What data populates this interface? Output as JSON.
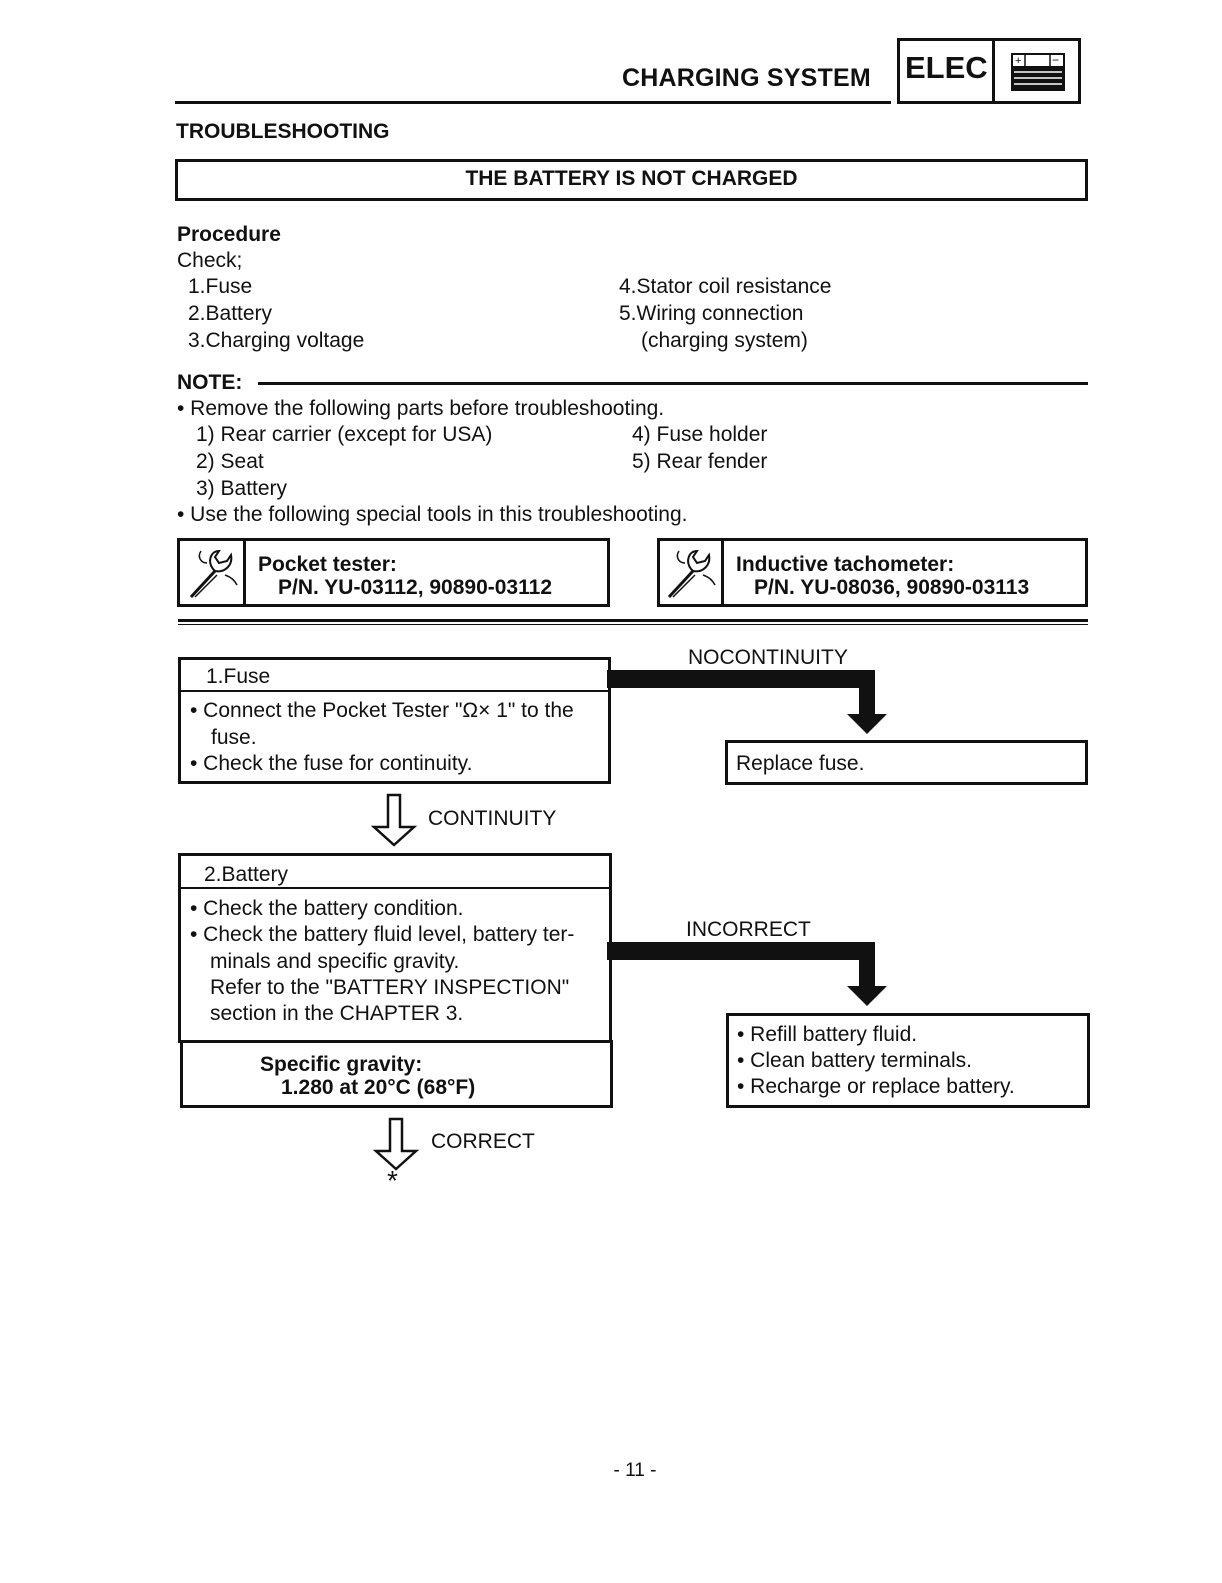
{
  "header": {
    "section_title": "CHARGING SYSTEM",
    "badge": "ELEC",
    "icon": "battery-icon"
  },
  "heading": "TROUBLESHOOTING",
  "title": "THE BATTERY IS NOT CHARGED",
  "procedure": {
    "label": "Procedure",
    "check": "Check;",
    "items_left": [
      "1.Fuse",
      "2.Battery",
      "3.Charging voltage"
    ],
    "items_right": [
      "4.Stator coil resistance",
      "5.Wiring connection",
      "(charging system)"
    ]
  },
  "note": {
    "label": "NOTE:",
    "bullet1": "• Remove the following parts before troubleshooting.",
    "parts_left": [
      "1) Rear carrier (except for USA)",
      "2) Seat",
      "3) Battery"
    ],
    "parts_right": [
      "4) Fuse holder",
      "5) Rear fender"
    ],
    "bullet2": "• Use the following special tools in this troubleshooting."
  },
  "tools": [
    {
      "name": "Pocket tester:",
      "pn": "P/N. YU-03112, 90890-03112"
    },
    {
      "name": "Inductive tachometer:",
      "pn": "P/N. YU-08036, 90890-03113"
    }
  ],
  "flow": {
    "fuse": {
      "title": "1.Fuse",
      "line1": "• Connect the Pocket Tester \"Ω× 1\" to the",
      "line2": "fuse.",
      "line3": "• Check the fuse for continuity.",
      "fail_label": "NOCONTINUITY",
      "fail_action": "Replace fuse.",
      "pass_label": "CONTINUITY"
    },
    "battery": {
      "title": "2.Battery",
      "line1": "• Check the battery condition.",
      "line2": "• Check the battery fluid level, battery ter-",
      "line3": "minals and specific gravity.",
      "line4": "Refer to the \"BATTERY INSPECTION\"",
      "line5": "section in the CHAPTER 3.",
      "spec_label": "Specific gravity:",
      "spec_value": "1.280 at 20°C (68°F)",
      "fail_label": "INCORRECT",
      "fail_actions": [
        "• Refill battery fluid.",
        "• Clean battery terminals.",
        "• Recharge or replace battery."
      ],
      "pass_label": "CORRECT",
      "continue_mark": "*"
    }
  },
  "page_number": "- 11 -"
}
